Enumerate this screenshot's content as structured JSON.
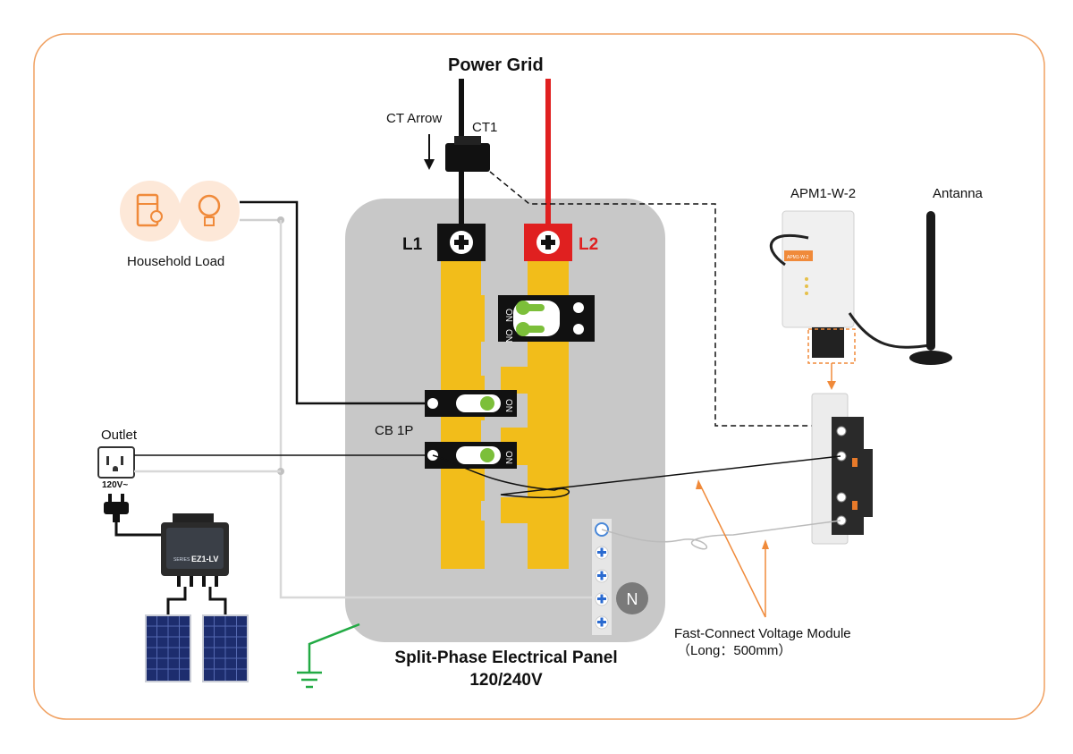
{
  "labels": {
    "power_grid": "Power Grid",
    "ct_arrow": "CT Arrow",
    "ct1": "CT1",
    "l1": "L1",
    "l2": "L2",
    "household_load": "Household Load",
    "outlet": "Outlet",
    "outlet_voltage": "120V~",
    "cb_1p": "CB 1P",
    "breaker_on": "ON",
    "apm_device": "APM1-W-2",
    "antenna": "Antanna",
    "neutral": "N",
    "voltage_module": "Fast-Connect Voltage Module",
    "voltage_module_length": "（Long：500mm）",
    "panel_title": "Split-Phase Electrical Panel",
    "panel_voltage": "120/240V",
    "microinverter_brand": "EZ1-LV",
    "microinverter_series": "SERIES",
    "apm_small_label": "APM1-W-2"
  },
  "colors": {
    "frame": "#f0a060",
    "panel": "#c8c8c8",
    "busbar": "#f2bd1a",
    "l1_wire": "#111111",
    "l2_wire": "#e02020",
    "ground": "#22aa44",
    "neutral_wire": "#d8d8d8",
    "accent_orange": "#f08a3a",
    "breaker_indicator": "#7cbf3a"
  },
  "icons": [
    "appliance-icon",
    "lightbulb-icon",
    "plug-icon",
    "antenna-icon",
    "ground-icon",
    "solar-panel-icon"
  ]
}
